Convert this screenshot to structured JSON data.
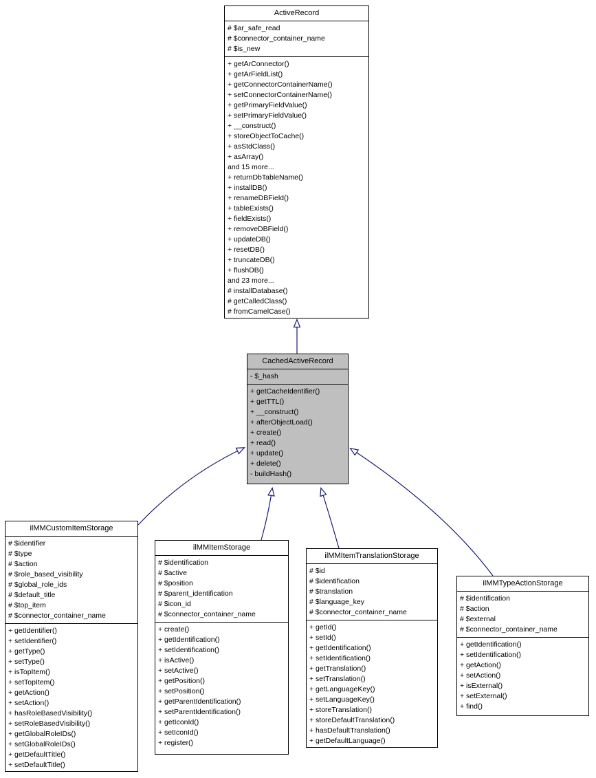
{
  "page": {
    "background": "#ffffff"
  },
  "diagram": {
    "type": "uml-class-inheritance",
    "arrow_color": "#191970",
    "box_border_color": "#000000",
    "box_fill": "#ffffff",
    "highlight_fill": "#bfbfbf",
    "classes": [
      {
        "name": "ActiveRecord",
        "title": "ActiveRecord",
        "highlighted": false,
        "attributes": [
          "# $ar_safe_read",
          "# $connector_container_name",
          "# $is_new"
        ],
        "methods": [
          "+ getArConnector()",
          "+ getArFieldList()",
          "+ getConnectorContainerName()",
          "+ setConnectorContainerName()",
          "+ getPrimaryFieldValue()",
          "+ setPrimaryFieldValue()",
          "+ __construct()",
          "+ storeObjectToCache()",
          "+ asStdClass()",
          "+ asArray()",
          "and 15 more...",
          "+ returnDbTableName()",
          "+ installDB()",
          "+ renameDBField()",
          "+ tableExists()",
          "+ fieldExists()",
          "+ removeDBField()",
          "+ updateDB()",
          "+ resetDB()",
          "+ truncateDB()",
          "+ flushDB()",
          "and 23 more...",
          "# installDatabase()",
          "# getCalledClass()",
          "# fromCamelCase()"
        ]
      },
      {
        "name": "CachedActiveRecord",
        "title": "CachedActiveRecord",
        "highlighted": true,
        "attributes": [
          "- $_hash"
        ],
        "methods": [
          "+ getCacheIdentifier()",
          "+ getTTL()",
          "+ __construct()",
          "+ afterObjectLoad()",
          "+ create()",
          "+ read()",
          "+ update()",
          "+ delete()",
          "- buildHash()"
        ]
      },
      {
        "name": "ilMMCustomItemStorage",
        "title": "ilMMCustomItemStorage",
        "highlighted": false,
        "attributes": [
          "# $identifier",
          "# $type",
          "# $action",
          "# $role_based_visibility",
          "# $global_role_ids",
          "# $default_title",
          "# $top_item",
          "# $connector_container_name"
        ],
        "methods": [
          "+ getIdentifier()",
          "+ setIdentifier()",
          "+ getType()",
          "+ setType()",
          "+ isTopItem()",
          "+ setTopItem()",
          "+ getAction()",
          "+ setAction()",
          "+ hasRoleBasedVisibility()",
          "+ setRoleBasedVisibility()",
          "+ getGlobalRoleIDs()",
          "+ setGlobalRoleIDs()",
          "+ getDefaultTitle()",
          "+ setDefaultTitle()"
        ]
      },
      {
        "name": "ilMMItemStorage",
        "title": "ilMMItemStorage",
        "highlighted": false,
        "attributes": [
          "# $identification",
          "# $active",
          "# $position",
          "# $parent_identification",
          "# $icon_id",
          "# $connector_container_name"
        ],
        "methods": [
          "+ create()",
          "+ getIdentification()",
          "+ setIdentification()",
          "+ isActive()",
          "+ setActive()",
          "+ getPosition()",
          "+ setPosition()",
          "+ getParentIdentification()",
          "+ setParentIdentification()",
          "+ getIconId()",
          "+ setIconId()",
          "+ register()"
        ]
      },
      {
        "name": "ilMMItemTranslationStorage",
        "title": "ilMMItemTranslationStorage",
        "highlighted": false,
        "attributes": [
          "# $id",
          "# $identification",
          "# $translation",
          "# $language_key",
          "# $connector_container_name"
        ],
        "methods": [
          "+ getId()",
          "+ setId()",
          "+ getIdentification()",
          "+ setIdentification()",
          "+ getTranslation()",
          "+ setTranslation()",
          "+ getLanguageKey()",
          "+ setLanguageKey()",
          "+ storeTranslation()",
          "+ storeDefaultTranslation()",
          "+ hasDefaultTranslation()",
          "+ getDefaultLanguage()"
        ]
      },
      {
        "name": "ilMMTypeActionStorage",
        "title": "ilMMTypeActionStorage",
        "highlighted": false,
        "attributes": [
          "# $identification",
          "# $action",
          "# $external",
          "# $connector_container_name"
        ],
        "methods": [
          "+ getIdentification()",
          "+ setIdentification()",
          "+ getAction()",
          "+ setAction()",
          "+ isExternal()",
          "+ setExternal()",
          "+ find()"
        ]
      }
    ],
    "relations": [
      {
        "from": "CachedActiveRecord",
        "to": "ActiveRecord",
        "type": "inheritance"
      },
      {
        "from": "ilMMCustomItemStorage",
        "to": "CachedActiveRecord",
        "type": "inheritance"
      },
      {
        "from": "ilMMItemStorage",
        "to": "CachedActiveRecord",
        "type": "inheritance"
      },
      {
        "from": "ilMMItemTranslationStorage",
        "to": "CachedActiveRecord",
        "type": "inheritance"
      },
      {
        "from": "ilMMTypeActionStorage",
        "to": "CachedActiveRecord",
        "type": "inheritance"
      }
    ]
  }
}
